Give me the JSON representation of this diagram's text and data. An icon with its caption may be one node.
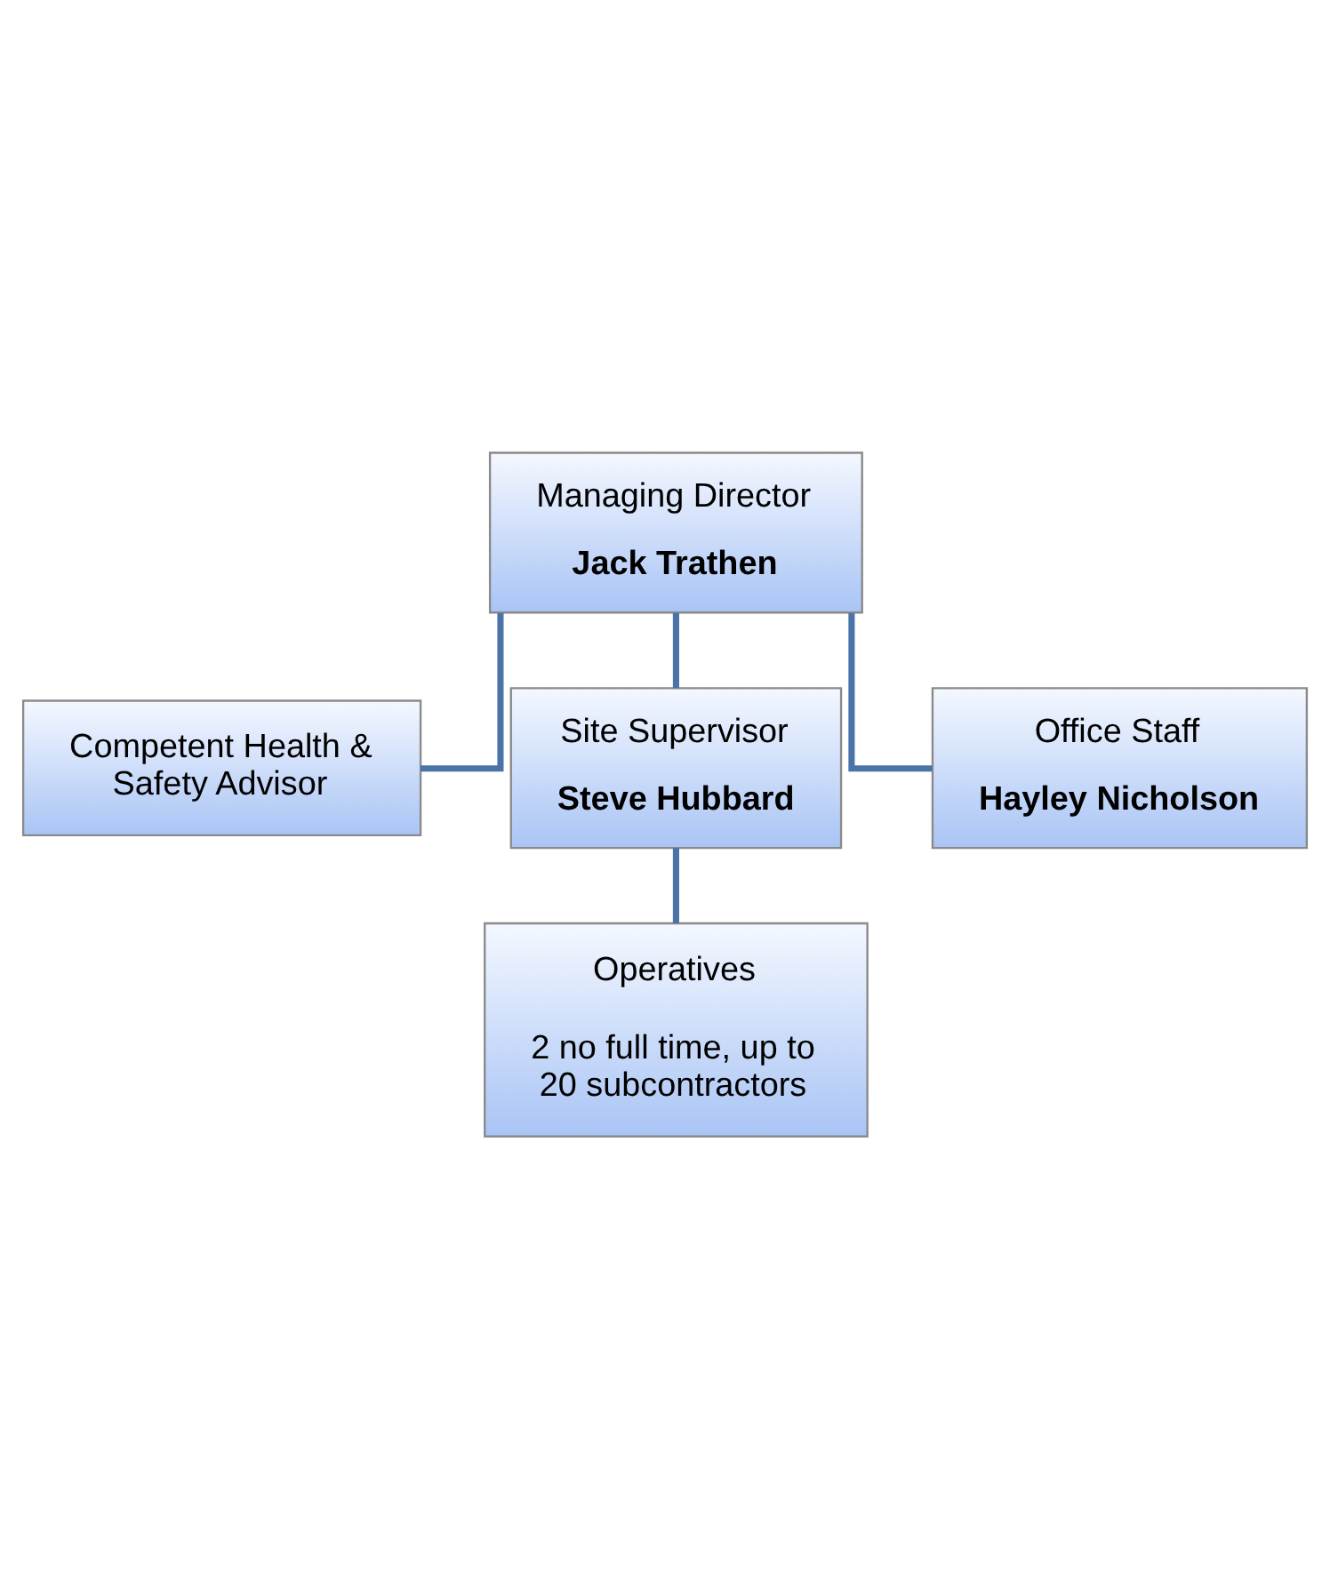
{
  "diagram": {
    "nodes": [
      {
        "text": [
          "Managing Director",
          "Jack Trathen"
        ]
      },
      {
        "text": [
          "Competent Health & Safety Advisor"
        ]
      },
      {
        "text": [
          "Site Supervisor",
          "Steve Hubbard"
        ]
      },
      {
        "text": [
          "Office Staff",
          "Hayley Nicholson"
        ]
      },
      {
        "text": [
          "Operatives",
          "2 no full time, up to 20 subcontractors"
        ]
      }
    ],
    "edges": [
      {
        "from": 0,
        "to": 1,
        "arrow": "none"
      },
      {
        "from": 0,
        "to": 2,
        "arrow": "none"
      },
      {
        "from": 0,
        "to": 3,
        "arrow": "none"
      },
      {
        "from": 2,
        "to": 4,
        "arrow": "none"
      }
    ]
  }
}
